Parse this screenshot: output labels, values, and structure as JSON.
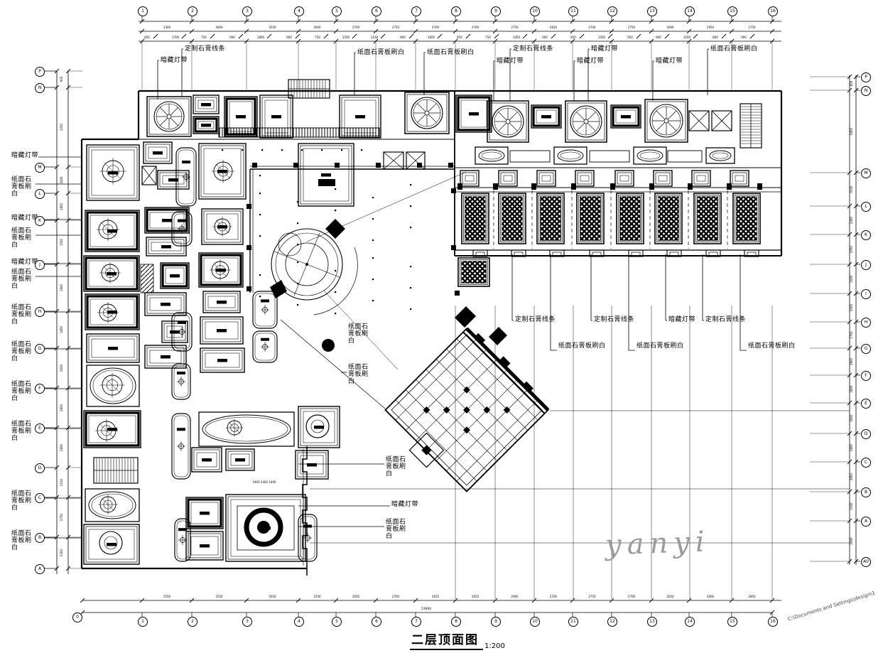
{
  "drawing": {
    "title": "二层顶面图",
    "scale": "1:200"
  },
  "watermarks": {
    "brand": "yanyi",
    "file_path": "C:\\Documents and Settings\\design\\1"
  },
  "annotations": {
    "top": [
      "暗藏灯带",
      "定制石膏线条",
      "纸面石膏板刷白",
      "纸面石膏板刷白",
      "暗藏灯带",
      "定制石膏线条",
      "暗藏灯带",
      "暗藏灯带",
      "纸面石膏板刷白",
      "暗藏灯带"
    ],
    "left": [
      "暗藏灯带",
      "纸面石膏板刷白",
      "暗藏灯带",
      "纸面石膏板刷白",
      "暗藏灯带",
      "纸面石膏板刷白",
      "纸面石膏板刷白",
      "纸面石膏板刷白",
      "纸面石膏板刷白",
      "纸面石膏板刷白",
      "纸面石膏板刷白",
      "纸面石膏板刷白"
    ],
    "center": [
      "纸面石膏板刷白",
      "纸面石膏板刷白",
      "纸面石膏板刷白",
      "暗藏灯带",
      "纸面石膏板刷白"
    ],
    "right": [
      "定制石膏线条",
      "纸面石膏板刷白",
      "定制石膏线条",
      "纸面石膏板刷白",
      "暗藏灯带",
      "定制石膏线条",
      "纸面石膏板刷白"
    ]
  },
  "grid_bubbles": {
    "top": [
      "1",
      "2",
      "3",
      "4",
      "5",
      "6",
      "7",
      "8",
      "9",
      "10",
      "11",
      "12",
      "13",
      "14",
      "15",
      "16"
    ],
    "bottom": [
      "1",
      "2",
      "3",
      "4",
      "5",
      "6",
      "7",
      "8",
      "9",
      "10",
      "11",
      "12",
      "13",
      "14",
      "15",
      "16"
    ],
    "bottom_origin": "0",
    "left": [
      "P",
      "N",
      "M",
      "L",
      "K",
      "J",
      "H",
      "G",
      "F",
      "E",
      "D",
      "C",
      "B",
      "A"
    ],
    "right": [
      "P",
      "N",
      "M",
      "L",
      "K",
      "J",
      "I",
      "H",
      "G",
      "F",
      "E",
      "D",
      "C",
      "B",
      "A",
      "A0"
    ]
  },
  "dimensions": {
    "top_major": [
      "3300",
      "3600",
      "3550",
      "2600",
      "2700",
      "2750",
      "2700",
      "2700",
      "2750",
      "2650",
      "2700",
      "2750",
      "2600",
      "2950",
      "2750"
    ],
    "top_minor": [
      "850",
      "1700",
      "750",
      "900",
      "1800",
      "900",
      "750",
      "1500",
      "1100",
      "900",
      "1600",
      "850",
      "750",
      "1450",
      "900",
      "850",
      "1500",
      "950",
      "900",
      "1550",
      "800",
      "900"
    ],
    "bottom_segments": [
      "3550",
      "3550",
      "3550",
      "3350",
      "2650",
      "2700",
      "2650",
      "2650",
      "2900",
      "2700",
      "2750",
      "2700",
      "2650",
      "3000",
      "2850"
    ],
    "bottom_overall": "53900",
    "left_segments": [
      "900",
      "2250",
      "3400",
      "1850",
      "1550",
      "1900",
      "1850",
      "2600",
      "2800",
      "2800",
      "2100",
      "2750",
      "2300"
    ],
    "right_segments": [
      "850",
      "5800",
      "9100",
      "2400",
      "2050",
      "2000",
      "2000",
      "1700",
      "2800",
      "2800",
      "2800",
      "2800",
      "2850",
      "2100",
      "2900"
    ]
  },
  "colors": {
    "line": "#000000",
    "watermark_gray": "#9b9b9b"
  }
}
